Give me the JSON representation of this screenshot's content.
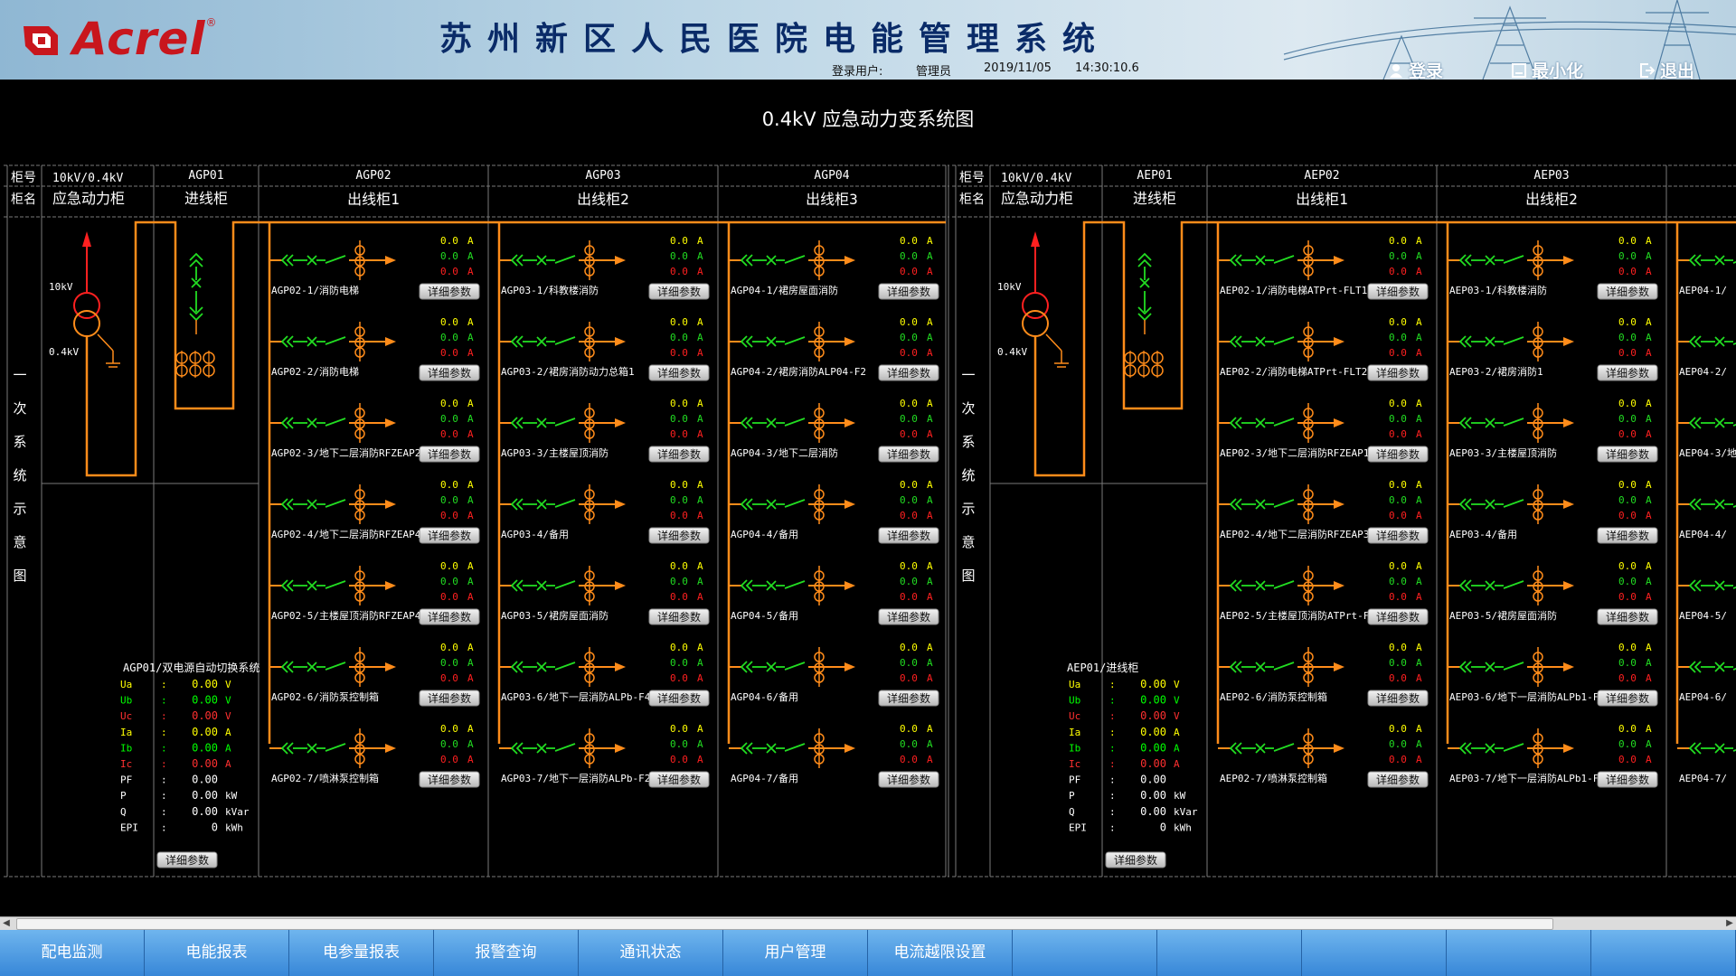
{
  "header": {
    "brand": "Acrel",
    "brand_mark": "®",
    "title": "苏州新区人民医院电能管理系统",
    "login_label": "登录用户:",
    "user": "管理员",
    "date": "2019/11/05",
    "time": "14:30:10.6",
    "btn_login": "登录",
    "btn_minimize": "最小化",
    "btn_exit": "退出"
  },
  "page_title": "0.4kV 应急动力变系统图",
  "common": {
    "row_no": "柜号",
    "row_name": "柜名",
    "transformer": "10kV/0.4kV",
    "name_col": "应急动力柜",
    "hv": "10kV",
    "lv": "0.4kV",
    "side_label": [
      "一",
      "次",
      "系",
      "统",
      "示",
      "意",
      "图"
    ],
    "btn_detail": "详细参数",
    "unit_a": "A",
    "val": "0.0"
  },
  "panels": [
    {
      "incomer_id": "AGP01",
      "incomer_name": "进线柜",
      "cabinets": [
        {
          "id": "AGP02",
          "name": "出线柜1",
          "feeders": [
            "AGP02-1/消防电梯",
            "AGP02-2/消防电梯",
            "AGP02-3/地下二层消防RFZEAP2",
            "AGP02-4/地下二层消防RFZEAP4",
            "AGP02-5/主楼屋顶消防RFZEAP4",
            "AGP02-6/消防泵控制箱",
            "AGP02-7/喷淋泵控制箱"
          ]
        },
        {
          "id": "AGP03",
          "name": "出线柜2",
          "feeders": [
            "AGP03-1/科教楼消防",
            "AGP03-2/裙房消防动力总箱1",
            "AGP03-3/主楼屋顶消防",
            "AGP03-4/备用",
            "AGP03-5/裙房屋面消防",
            "AGP03-6/地下一层消防ALPb-F4",
            "AGP03-7/地下一层消防ALPb-F2"
          ]
        },
        {
          "id": "AGP04",
          "name": "出线柜3",
          "feeders": [
            "AGP04-1/裙房屋面消防",
            "AGP04-2/裙房消防ALP04-F2",
            "AGP04-3/地下二层消防",
            "AGP04-4/备用",
            "AGP04-5/备用",
            "AGP04-6/备用",
            "AGP04-7/备用"
          ]
        }
      ],
      "meter": {
        "title": "AGP01/双电源自动切换系统",
        "rows": [
          {
            "k": "Ua",
            "v": "0.00",
            "u": "V",
            "c": "#ffff00"
          },
          {
            "k": "Ub",
            "v": "0.00",
            "u": "V",
            "c": "#00ff00"
          },
          {
            "k": "Uc",
            "v": "0.00",
            "u": "V",
            "c": "#ff3030"
          },
          {
            "k": "Ia",
            "v": "0.00",
            "u": "A",
            "c": "#ffff00"
          },
          {
            "k": "Ib",
            "v": "0.00",
            "u": "A",
            "c": "#00ff00"
          },
          {
            "k": "Ic",
            "v": "0.00",
            "u": "A",
            "c": "#ff3030"
          },
          {
            "k": "PF",
            "v": "0.00",
            "u": "",
            "c": "#ffffff"
          },
          {
            "k": "P",
            "v": "0.00",
            "u": "kW",
            "c": "#ffffff"
          },
          {
            "k": "Q",
            "v": "0.00",
            "u": "kVar",
            "c": "#ffffff"
          },
          {
            "k": "EPI",
            "v": "0",
            "u": "kWh",
            "c": "#ffffff"
          }
        ]
      }
    },
    {
      "incomer_id": "AEP01",
      "incomer_name": "进线柜",
      "cabinets": [
        {
          "id": "AEP02",
          "name": "出线柜1",
          "feeders": [
            "AEP02-1/消防电梯ATPrt-FLT1",
            "AEP02-2/消防电梯ATPrt-FLT2",
            "AEP02-3/地下二层消防RFZEAP1",
            "AEP02-4/地下二层消防RFZEAP3",
            "AEP02-5/主楼屋顶消防ATPrt-F",
            "AEP02-6/消防泵控制箱",
            "AEP02-7/喷淋泵控制箱"
          ]
        },
        {
          "id": "AEP03",
          "name": "出线柜2",
          "feeders": [
            "AEP03-1/科教楼消防",
            "AEP03-2/裙房消防1",
            "AEP03-3/主楼屋顶消防",
            "AEP03-4/备用",
            "AEP03-5/裙房屋面消防",
            "AEP03-6/地下一层消防ALPb1-F",
            "AEP03-7/地下一层消防ALPb1-F"
          ]
        },
        {
          "id": "",
          "name": "",
          "feeders": [
            "AEP04-1/",
            "AEP04-2/",
            "AEP04-3/地",
            "AEP04-4/",
            "AEP04-5/",
            "AEP04-6/",
            "AEP04-7/"
          ]
        }
      ],
      "meter": {
        "title": "AEP01/进线柜",
        "rows": [
          {
            "k": "Ua",
            "v": "0.00",
            "u": "V",
            "c": "#ffff00"
          },
          {
            "k": "Ub",
            "v": "0.00",
            "u": "V",
            "c": "#00ff00"
          },
          {
            "k": "Uc",
            "v": "0.00",
            "u": "V",
            "c": "#ff3030"
          },
          {
            "k": "Ia",
            "v": "0.00",
            "u": "A",
            "c": "#ffff00"
          },
          {
            "k": "Ib",
            "v": "0.00",
            "u": "A",
            "c": "#00ff00"
          },
          {
            "k": "Ic",
            "v": "0.00",
            "u": "A",
            "c": "#ff3030"
          },
          {
            "k": "PF",
            "v": "0.00",
            "u": "",
            "c": "#ffffff"
          },
          {
            "k": "P",
            "v": "0.00",
            "u": "kW",
            "c": "#ffffff"
          },
          {
            "k": "Q",
            "v": "0.00",
            "u": "kVar",
            "c": "#ffffff"
          },
          {
            "k": "EPI",
            "v": "0",
            "u": "kWh",
            "c": "#ffffff"
          }
        ]
      }
    }
  ],
  "nav": [
    "配电监测",
    "电能报表",
    "电参量报表",
    "报警查询",
    "通讯状态",
    "用户管理",
    "电流越限设置",
    "",
    "",
    "",
    "",
    ""
  ],
  "colors": {
    "bus": "#ff8c1a",
    "green": "#22dd22",
    "red": "#ff2020",
    "yellow": "#ffff00",
    "grid": "#7a7a7a"
  }
}
